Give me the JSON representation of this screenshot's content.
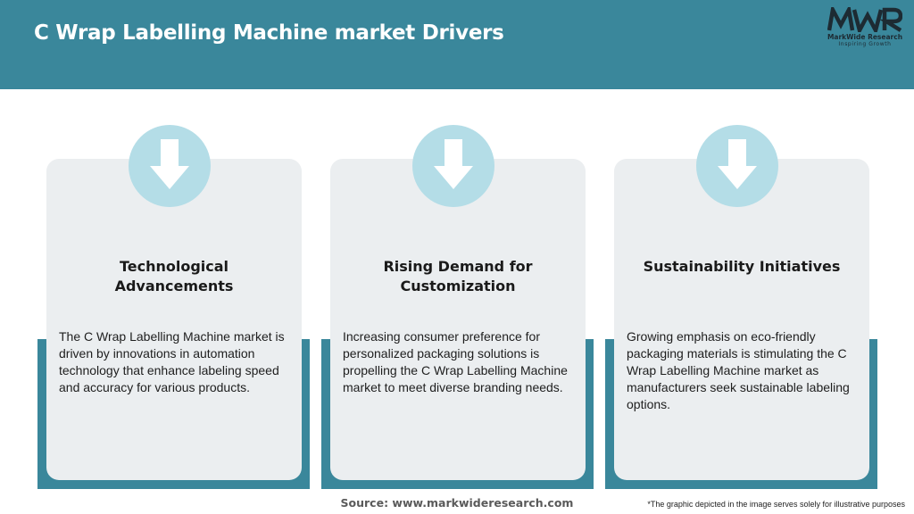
{
  "header": {
    "title": "C Wrap Labelling Machine market Drivers",
    "background_color": "#3a879b"
  },
  "logo": {
    "mark": "MWR",
    "name": "MarkWide Research",
    "tagline": "Inspiring Growth"
  },
  "cards": [
    {
      "icon": "down-arrow-icon",
      "title": "Technological Advancements",
      "text": "The C Wrap Labelling Machine market is driven by innovations in automation technology that enhance labeling speed and accuracy for various products."
    },
    {
      "icon": "down-arrow-icon",
      "title": "Rising Demand for Customization",
      "text": "Increasing consumer preference for personalized packaging solutions is propelling the C Wrap Labelling Machine market to meet diverse branding needs."
    },
    {
      "icon": "down-arrow-icon",
      "title": "Sustainability Initiatives",
      "text": "Growing emphasis on eco-friendly packaging materials is stimulating the C Wrap Labelling Machine market as manufacturers seek sustainable labeling options."
    }
  ],
  "footer": {
    "source": "Source: www.markwideresearch.com",
    "note": "*The graphic depicted in the image serves solely for illustrative purposes"
  },
  "colors": {
    "accent": "#3a879b",
    "card_background": "#ebeef0",
    "icon_circle": "#b4dde7"
  }
}
